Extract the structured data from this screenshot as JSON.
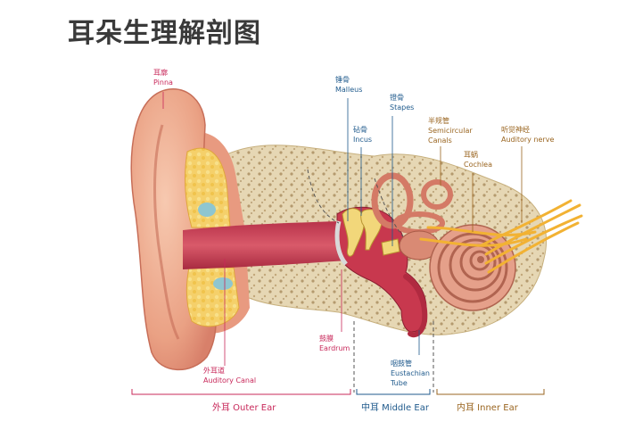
{
  "title": "耳朵生理解剖图",
  "labels": {
    "pinna": {
      "zh": "耳廓",
      "en": "Pinna"
    },
    "malleus": {
      "zh": "锤骨",
      "en": "Malleus"
    },
    "incus": {
      "zh": "砧骨",
      "en": "Incus"
    },
    "stapes": {
      "zh": "镫骨",
      "en": "Stapes"
    },
    "semicircular": {
      "zh": "半规管",
      "en1": "Semicircular",
      "en2": "Canals"
    },
    "cochlea": {
      "zh": "耳蜗",
      "en": "Cochlea"
    },
    "auditory_nerve": {
      "zh": "听觉神经",
      "en": "Auditory nerve"
    },
    "eardrum": {
      "zh": "鼓膜",
      "en": "Eardrum"
    },
    "auditory_canal": {
      "zh": "外耳道",
      "en": "Auditory Canal"
    },
    "eustachian": {
      "zh": "咽鼓管",
      "en1": "Eustachian",
      "en2": "Tube"
    }
  },
  "regions": {
    "outer": "外耳  Outer Ear",
    "middle": "中耳  Middle Ear",
    "inner": "内耳  Inner Ear"
  },
  "colors": {
    "outer": "#c8285a",
    "middle": "#1f5a8c",
    "inner": "#9a6520"
  }
}
